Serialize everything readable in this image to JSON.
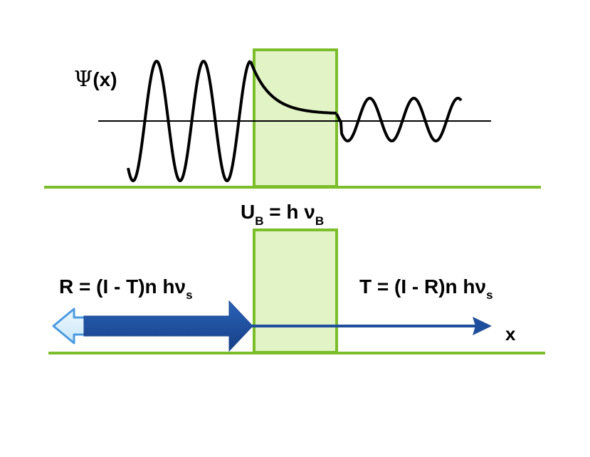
{
  "colors": {
    "barrier_fill": "#e2f3c6",
    "barrier_stroke": "#7cbd2c",
    "ground": "#7cbd2c",
    "arrow_dark": "#1f4e9c",
    "arrow_light_fill": "#d8eefa",
    "arrow_light_stroke": "#4b9be0",
    "wave": "#000000"
  },
  "labels": {
    "psi_symbol": "Ψ",
    "psi_arg": "(x)",
    "barrier_U": "U",
    "barrier_U_sub": "B",
    "barrier_eq": " = h ν",
    "barrier_nu_sub": "B",
    "reflected_main": "R = (I - T)n hν",
    "reflected_sub": "s",
    "transmitted_main": "T = (I - R)n hν",
    "transmitted_sub": "s",
    "x_axis": "x"
  }
}
